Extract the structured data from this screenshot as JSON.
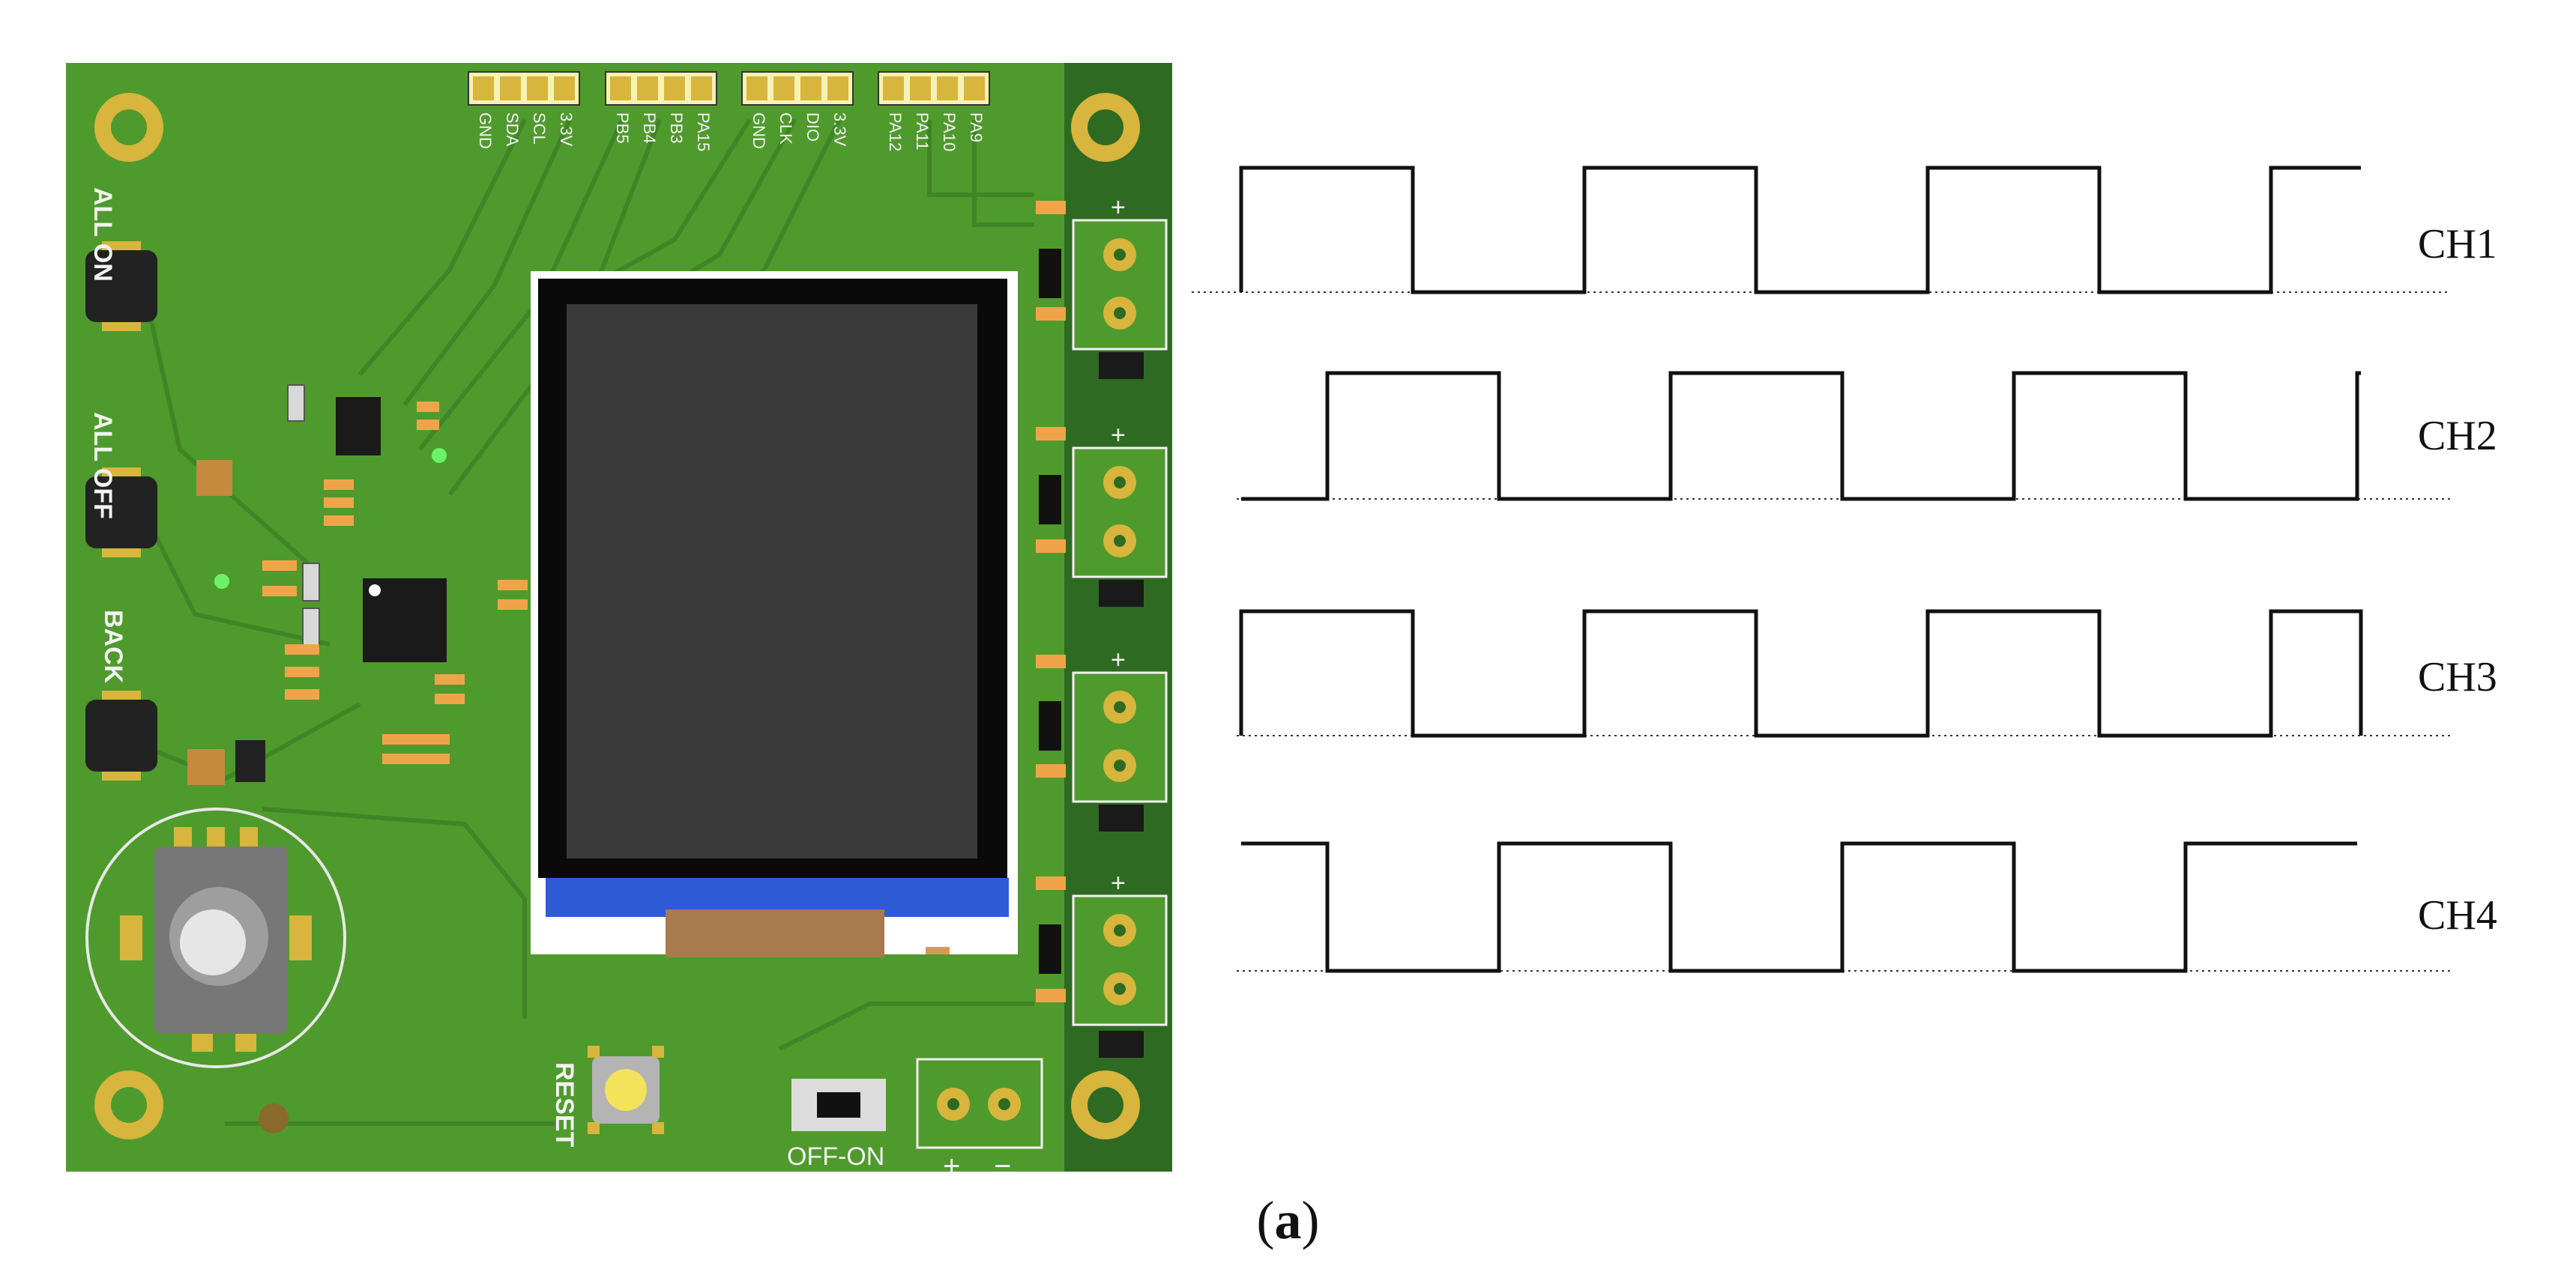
{
  "caption": {
    "open": "(",
    "letter": "a",
    "close": ")"
  },
  "board": {
    "button_labels": {
      "all_on": "ALL ON",
      "all_off": "ALL OFF",
      "back": "BACK",
      "reset": "RESET"
    },
    "switch_label": "OFF-ON",
    "power_signs": {
      "plus": "+",
      "minus": "−"
    },
    "header_pins": [
      [
        "GND",
        "SDA",
        "SCL",
        "3.3V"
      ],
      [
        "PB5",
        "PB4",
        "PB3",
        "PA15"
      ],
      [
        "GND",
        "CLK",
        "DIO",
        "3.3V"
      ],
      [
        "PA12",
        "PA11",
        "PA10",
        "PA9"
      ]
    ],
    "output_plus": "+",
    "colors": {
      "pcb": "#4f9a2c",
      "pcb_dark": "#2f6a22",
      "lcd_screen": "#3a3a3a",
      "lcd_bezel": "#0a0a0a",
      "lcd_flex": "#2f5bd6",
      "gold": "#d8b53c"
    }
  },
  "waveforms": {
    "channels": [
      {
        "name": "CH1",
        "levels": [
          1,
          0,
          1,
          0,
          1,
          0,
          1
        ]
      },
      {
        "name": "CH2",
        "levels": [
          0,
          1,
          0,
          1,
          0,
          1,
          0,
          1
        ]
      },
      {
        "name": "CH3",
        "levels": [
          1,
          0,
          1,
          0,
          1,
          0,
          1,
          0
        ]
      },
      {
        "name": "CH4",
        "levels": [
          1,
          0,
          1,
          0,
          1,
          0,
          1
        ]
      }
    ]
  }
}
